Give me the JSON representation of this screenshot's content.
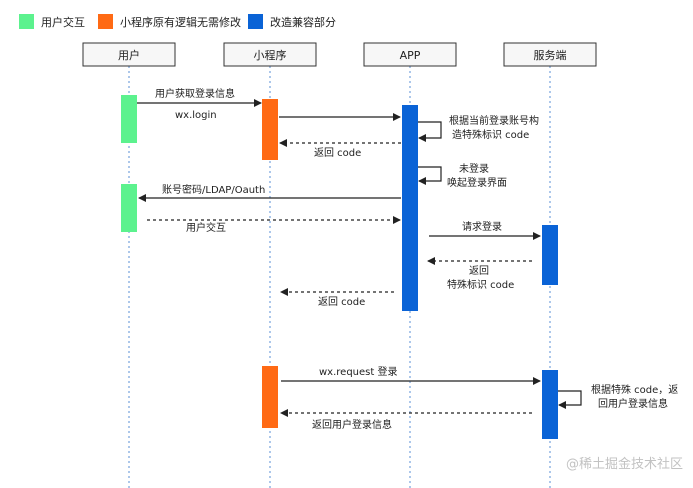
{
  "legend": {
    "user_interaction": {
      "label": "用户交互",
      "color": "#5CF28E"
    },
    "miniprogram_logic": {
      "label": "小程序原有逻辑无需修改",
      "color": "#FF6A14"
    },
    "compat_part": {
      "label": "改造兼容部分",
      "color": "#0A63D6"
    }
  },
  "participants": {
    "user": "用户",
    "miniprogram": "小程序",
    "app": "APP",
    "server": "服务端"
  },
  "messages": {
    "m1": "用户获取登录信息",
    "m2": "wx.login",
    "m3a": "根据当前登录账号构",
    "m3b": "造特殊标识 code",
    "m4": "返回 code",
    "m5a": "未登录",
    "m5b": "唤起登录界面",
    "m6": "账号密码/LDAP/Oauth",
    "m7": "用户交互",
    "m8": "请求登录",
    "m9a": "返回",
    "m9b": "特殊标识 code",
    "m10": "返回 code",
    "m11": "wx.request 登录",
    "m12a": "根据特殊 code，返",
    "m12b": "回用户登录信息",
    "m13": "返回用户登录信息"
  },
  "watermark": "@稀土掘金技术社区"
}
